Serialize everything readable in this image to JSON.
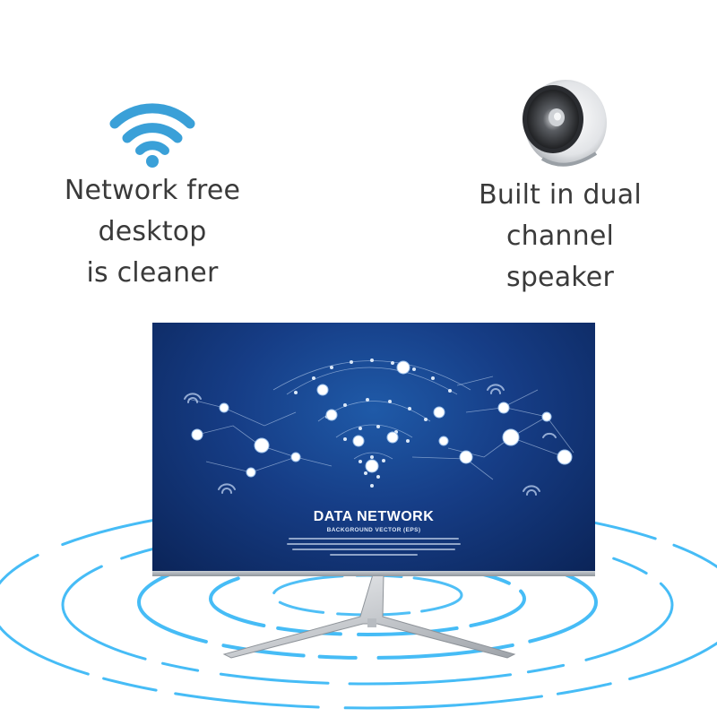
{
  "features": {
    "wifi": {
      "icon": "wifi-icon",
      "text_line1": "Network free desktop",
      "text_line2": "is cleaner"
    },
    "speaker": {
      "icon": "speaker-icon",
      "text_line1": "Built in dual channel",
      "text_line2": "speaker"
    }
  },
  "monitor": {
    "screen_title": "DATA NETWORK",
    "screen_subtitle": "BACKGROUND VECTOR (EPS)"
  },
  "colors": {
    "wifi_icon": "#3aa0d8",
    "screen_dark": "#0b2458",
    "screen_mid": "#1f5aa8",
    "ripple": "#38b6ff"
  }
}
